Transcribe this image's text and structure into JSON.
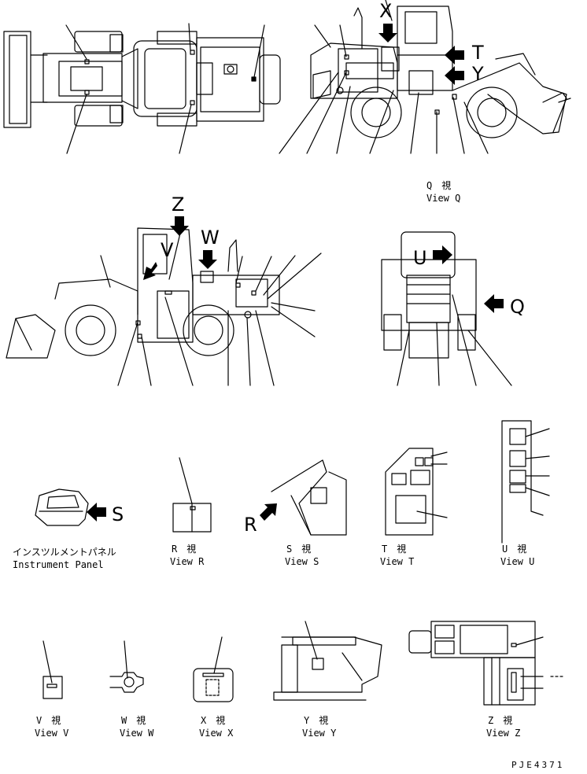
{
  "figure": {
    "top_right_caption_jp": "Q　視",
    "top_right_caption_en": "View Q",
    "instrument_panel_jp": "インスツルメントパネル",
    "instrument_panel_en": "Instrument Panel",
    "view_r_jp": "R　視",
    "view_r_en": "View R",
    "view_s_jp": "S　視",
    "view_s_en": "View S",
    "view_t_jp": "T　視",
    "view_t_en": "View T",
    "view_u_jp": "U　視",
    "view_u_en": "View U",
    "view_v_jp": "V　視",
    "view_v_en": "View V",
    "view_w_jp": "W　視",
    "view_w_en": "View W",
    "view_x_jp": "X　視",
    "view_x_en": "View X",
    "view_y_jp": "Y　視",
    "view_y_en": "View Y",
    "view_z_jp": "Z　視",
    "view_z_en": "View Z",
    "drawing_code": "PJE4371"
  },
  "view_letters": {
    "x": "X",
    "t": "T",
    "y": "Y",
    "z": "Z",
    "w": "W",
    "v": "V",
    "u": "U",
    "q": "Q",
    "s": "S",
    "r": "R"
  }
}
